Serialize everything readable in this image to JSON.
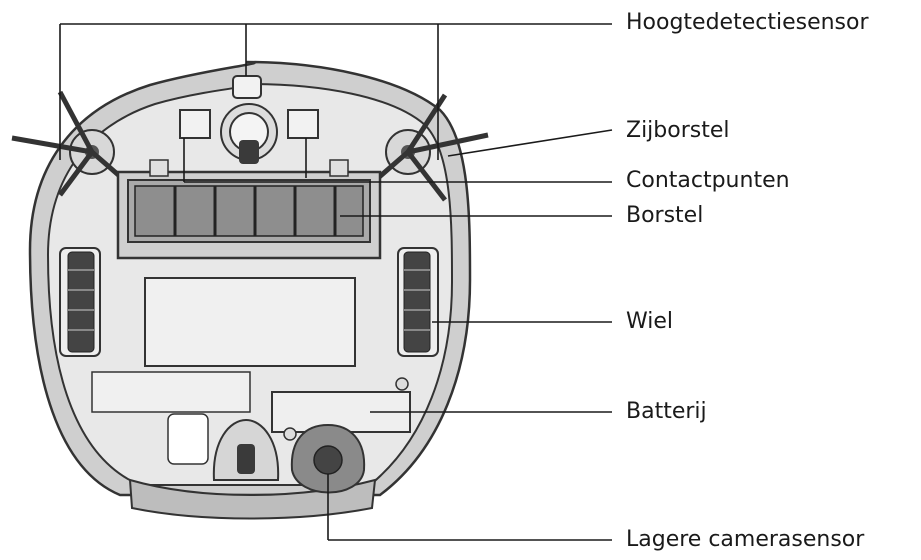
{
  "labels": {
    "height_sensor": "Hoogtedetectiesensor",
    "side_brush": "Zijborstel",
    "contacts": "Contactpunten",
    "brush": "Borstel",
    "wheel": "Wiel",
    "battery": "Batterij",
    "lower_camera": "Lagere camerasensor"
  },
  "colors": {
    "body_fill": "#cfcfcf",
    "base_fill": "#e6e6e6",
    "line": "#333333",
    "dark": "#3a3a3a"
  }
}
